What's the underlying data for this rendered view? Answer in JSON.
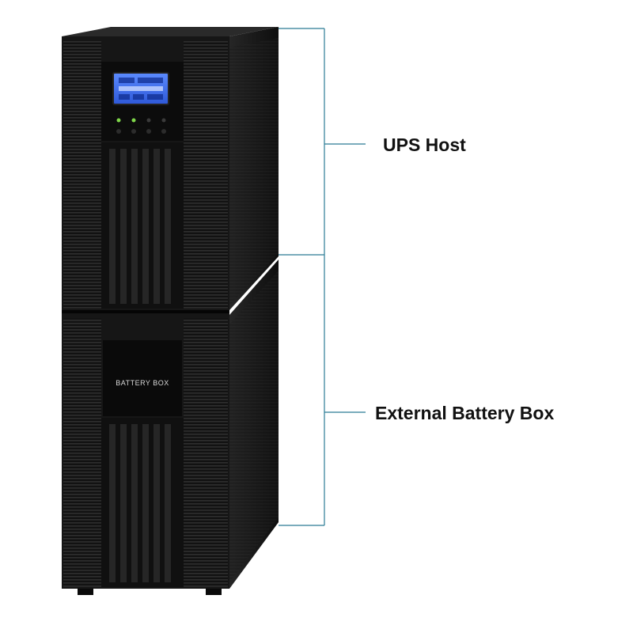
{
  "product": {
    "battery_box_brand_text": "BATTERY BOX"
  },
  "callouts": {
    "host_label": "UPS Host",
    "battery_label": "External Battery Box"
  },
  "colors": {
    "bracket_line": "#2b7b95",
    "cabinet_body": "#141414",
    "cabinet_side": "#1c1c1c",
    "lcd_blue": "#3d6df0",
    "status_led": "#7fd64a"
  }
}
